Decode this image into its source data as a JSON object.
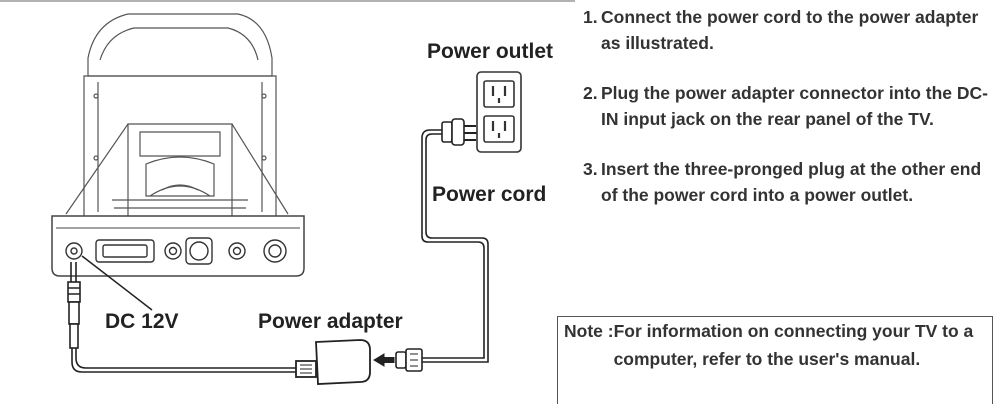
{
  "labels": {
    "power_outlet": "Power outlet",
    "power_cord": "Power cord",
    "dc_12v": "DC 12V",
    "power_adapter": "Power adapter"
  },
  "steps": [
    {
      "num": "1.",
      "text": "Connect the power cord to the power adapter as illustrated."
    },
    {
      "num": "2.",
      "text": "Plug the power adapter connector into the DC-IN input jack on the rear panel of the TV."
    },
    {
      "num": "3.",
      "text": "Insert the three-pronged plug at the other end of the power cord into a power outlet."
    }
  ],
  "note": {
    "head": "Note : ",
    "text": "For information on connecting your TV to a computer, refer to the user's manual."
  },
  "colors": {
    "line": "#333333",
    "text": "#333333",
    "border": "#555555"
  }
}
